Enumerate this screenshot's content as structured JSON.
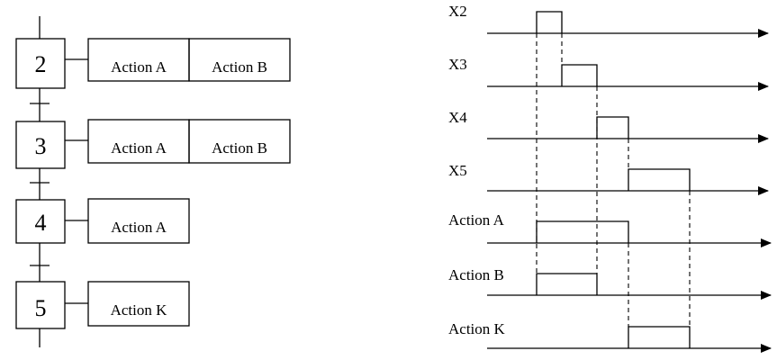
{
  "grafcet": {
    "steps": [
      {
        "number": "2",
        "actions": [
          "Action A",
          "Action B"
        ]
      },
      {
        "number": "3",
        "actions": [
          "Action A",
          "Action B"
        ]
      },
      {
        "number": "4",
        "actions": [
          "Action A"
        ]
      },
      {
        "number": "5",
        "actions": [
          "Action K"
        ]
      }
    ]
  },
  "chronogram": {
    "signals": [
      {
        "label": "X2"
      },
      {
        "label": "X3"
      },
      {
        "label": "X4"
      },
      {
        "label": "X5"
      },
      {
        "label": "Action A"
      },
      {
        "label": "Action B"
      },
      {
        "label": "Action K"
      }
    ]
  }
}
